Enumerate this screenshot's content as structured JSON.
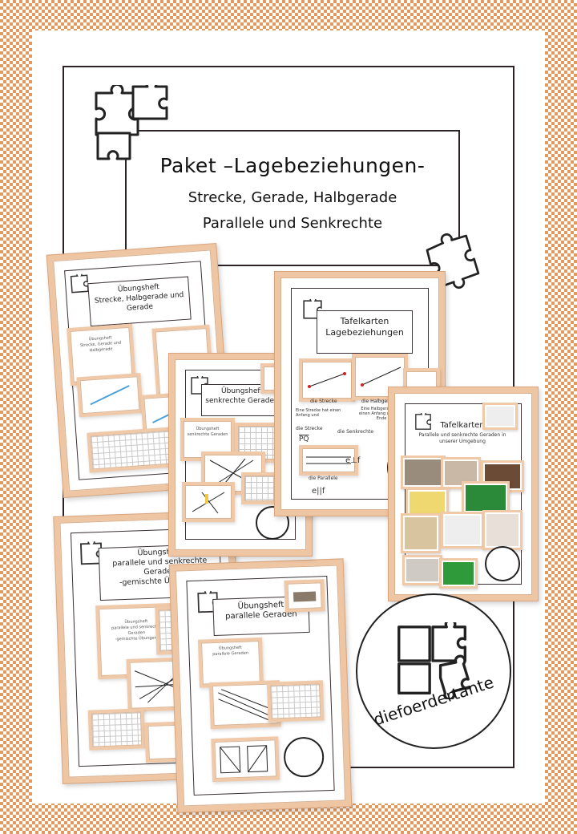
{
  "cover": {
    "title": "Paket –Lagebeziehungen-",
    "subtitle1": "Strecke, Gerade, Halbgerade",
    "subtitle2": "Parallele und Senkrechte",
    "brand": "diefoerdertante"
  },
  "cards": {
    "c1": {
      "title": "Übungsheft\nStrecke, Halbgerade und\nGerade",
      "mini": "Übungsheft\nStrecke, Gerade und Halbgerade"
    },
    "c2": {
      "title": "Übungsheft\nsenkrechte Geraden",
      "mini": "Übungsheft\nsenkrechte Geraden"
    },
    "c3": {
      "title": "Tafelkarten\nLagebeziehungen",
      "labels": [
        "die Strecke",
        "die Halbgerade",
        "Eine Strecke hat einen Anfang und",
        "Eine Halbgerade hat einen Anfang und kein Ende",
        "die Strecke",
        "die Senkrechte",
        "die Parallele"
      ],
      "sym1": "PQ",
      "sym2": "e⊥f",
      "sym3": "e||f"
    },
    "c4": {
      "title": "Tafelkarten",
      "subtitle": "Parallele und senkrechte Geraden in unserer Umgebung"
    },
    "c5": {
      "title": "Übungsheft\nparallele und senkrechte\nGeraden\n-gemischte Übungen-",
      "mini": "Übungsheft\nparallele und senkrechte\nGeraden\n-gemischte Übungen-"
    },
    "c6": {
      "title": "Übungsheft\nparallele Geraden",
      "mini": "Übungsheft\nparallele Geraden"
    }
  },
  "seal_text": "diefoerdertante"
}
